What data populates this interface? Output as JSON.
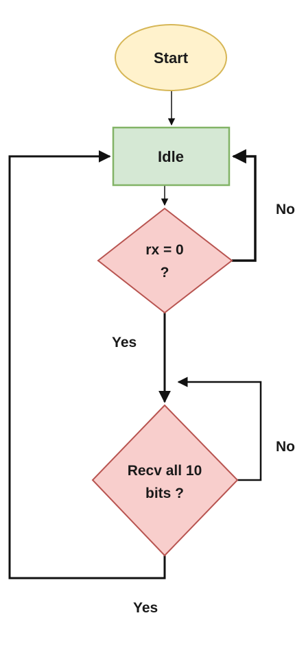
{
  "flowchart": {
    "nodes": {
      "start": {
        "label": "Start",
        "shape": "ellipse",
        "fill": "#FFF2CC",
        "stroke": "#D6B656"
      },
      "idle": {
        "label": "Idle",
        "shape": "rectangle",
        "fill": "#D5E8D4",
        "stroke": "#82B366"
      },
      "rx_check": {
        "label_line1": "rx = 0",
        "label_line2": "?",
        "shape": "diamond",
        "fill": "#F8CECC",
        "stroke": "#B85450"
      },
      "recv_check": {
        "label_line1": "Recv all 10",
        "label_line2": "bits ?",
        "shape": "diamond",
        "fill": "#F8CECC",
        "stroke": "#B85450"
      }
    },
    "edges": {
      "rx_no": {
        "label": "No",
        "from": "rx_check",
        "to": "idle"
      },
      "rx_yes": {
        "label": "Yes",
        "from": "rx_check",
        "to": "recv_check"
      },
      "recv_no": {
        "label": "No",
        "from": "recv_check",
        "to": "recv_check"
      },
      "recv_yes": {
        "label": "Yes",
        "from": "recv_check",
        "to": "idle"
      }
    },
    "edge_color": "#111111"
  }
}
